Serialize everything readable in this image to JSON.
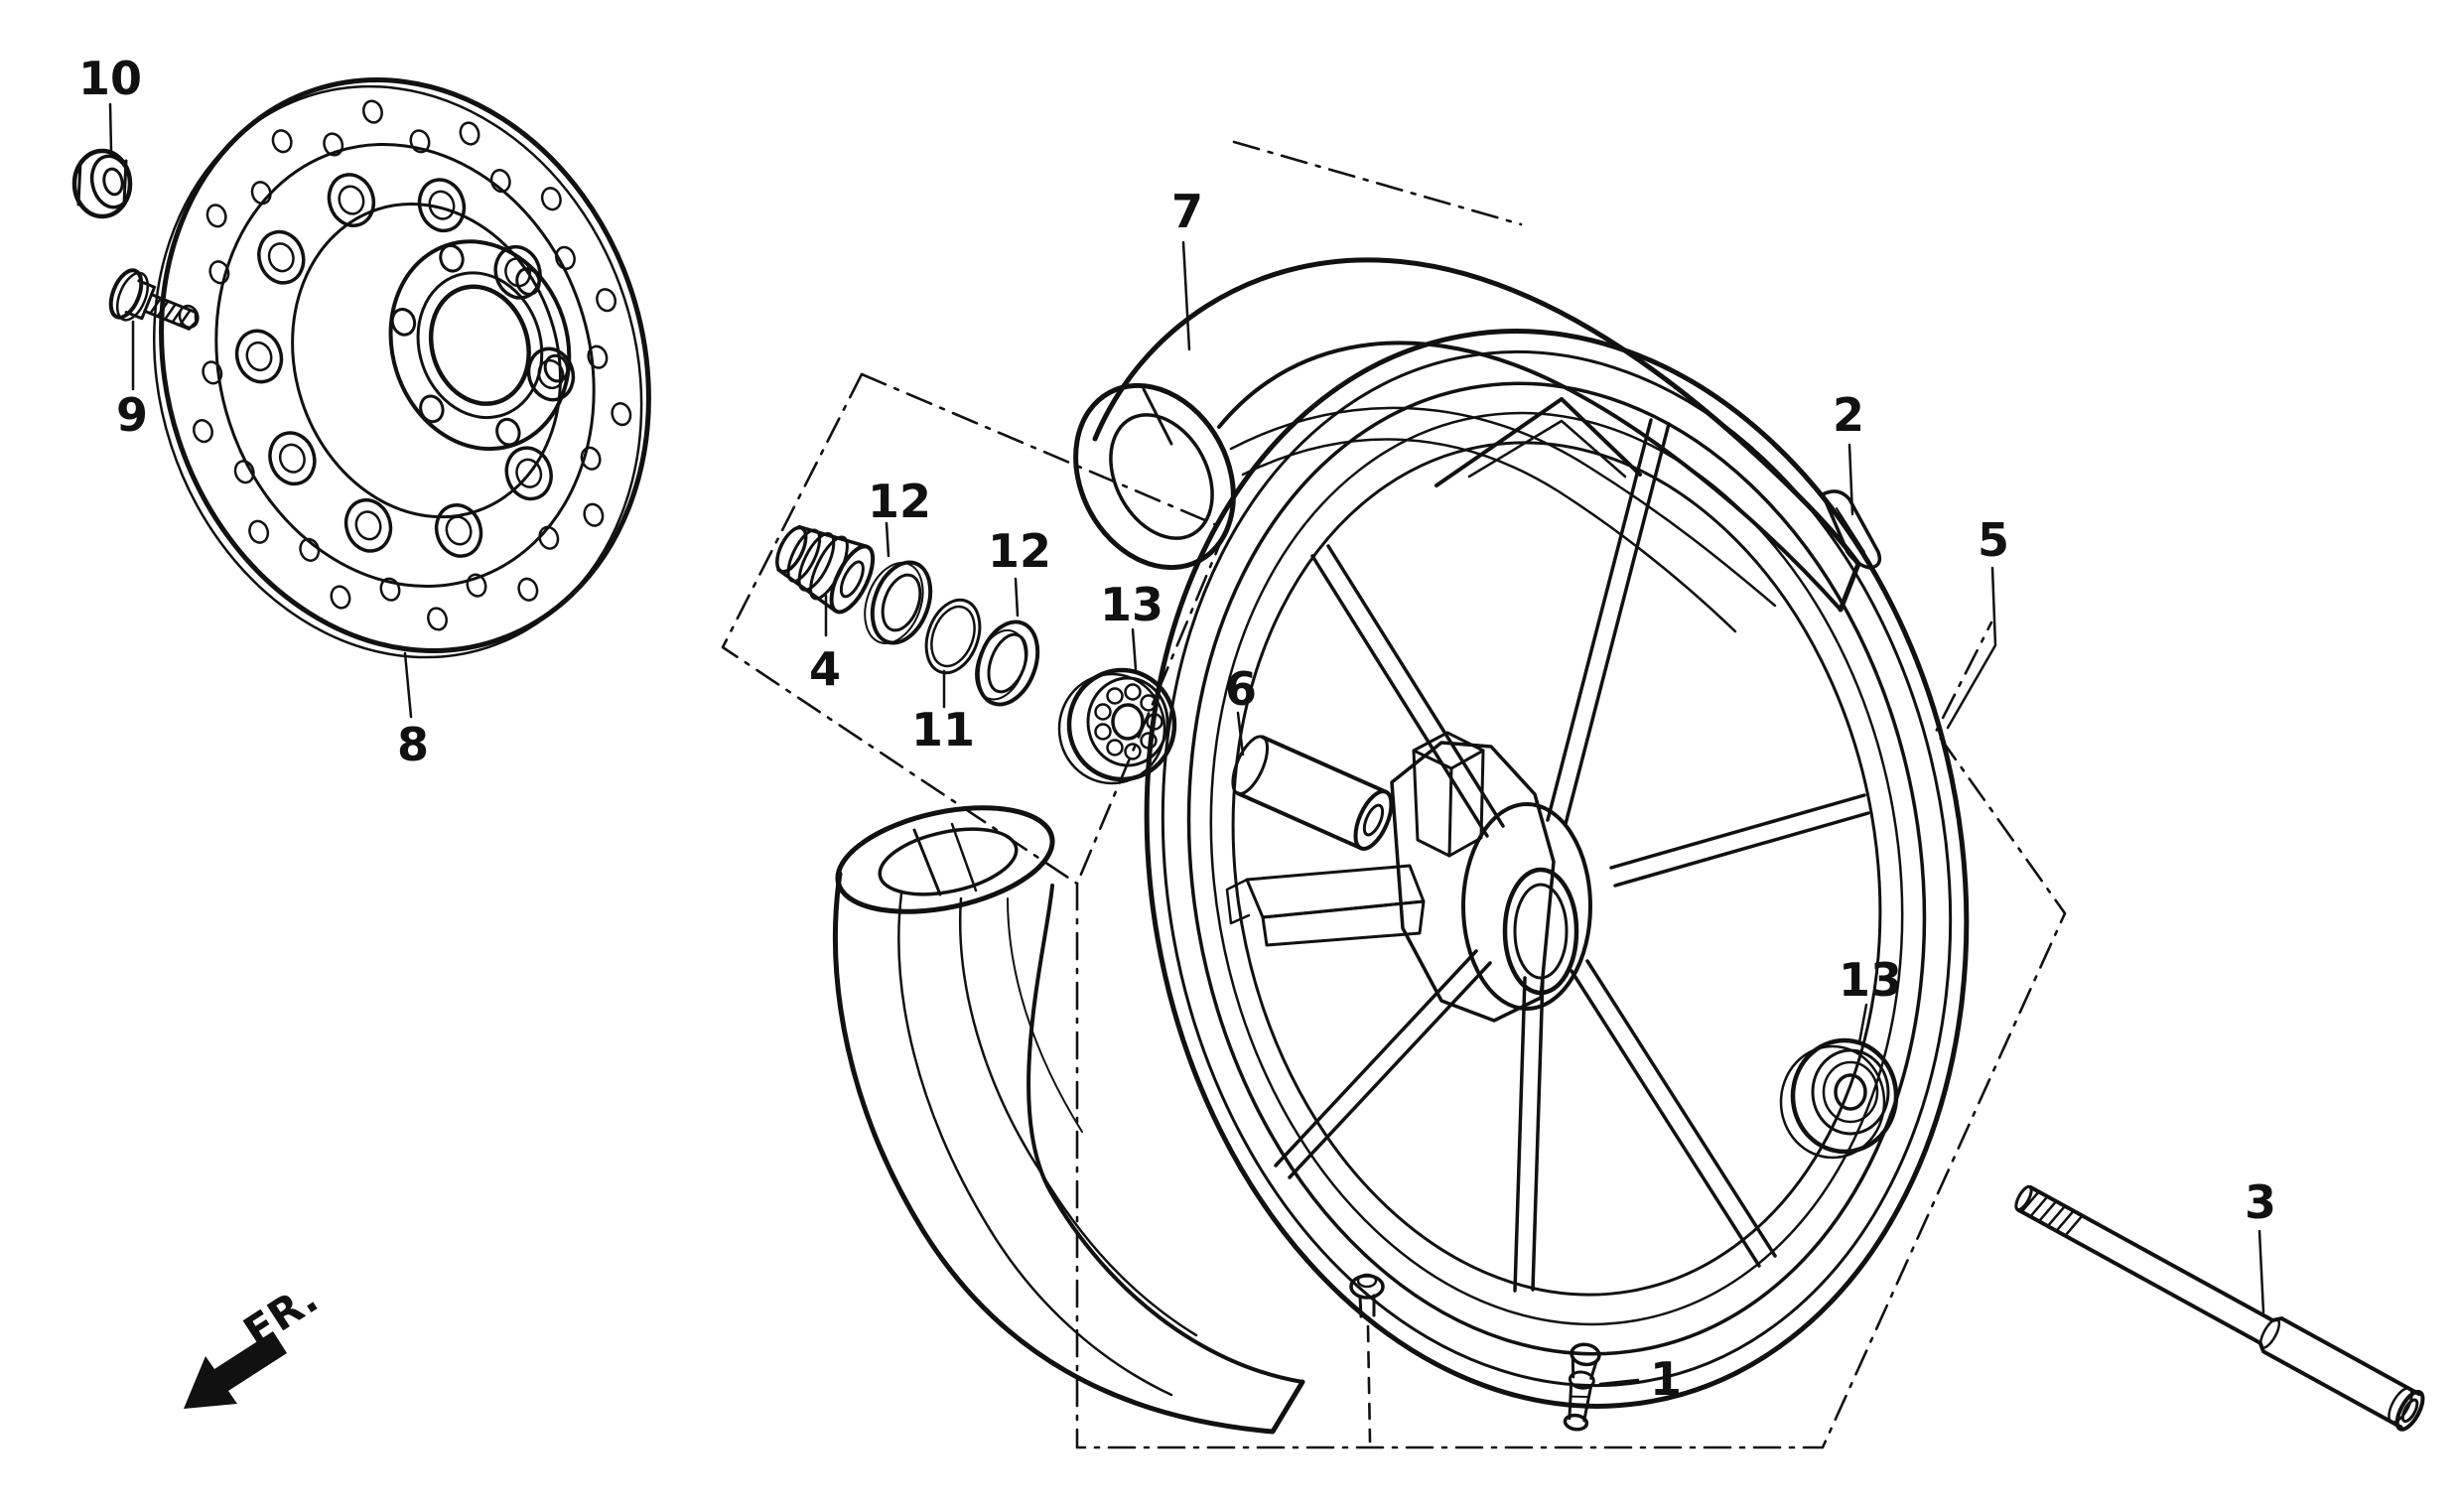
{
  "diagram": {
    "type": "exploded-parts-diagram",
    "subject": "motorcycle front wheel assembly",
    "background_color": "#ffffff",
    "line_color": "#111111",
    "fr_label": "FR.",
    "callouts": [
      {
        "part": "tubeless-valve",
        "number": "1"
      },
      {
        "part": "balance-weight",
        "number": "2"
      },
      {
        "part": "front-axle",
        "number": "3"
      },
      {
        "part": "dust-seal-cap",
        "number": "4"
      },
      {
        "part": "front-wheel",
        "number": "5"
      },
      {
        "part": "distance-collar",
        "number": "6"
      },
      {
        "part": "tire",
        "number": "7"
      },
      {
        "part": "brake-disc",
        "number": "8"
      },
      {
        "part": "disc-bolt",
        "number": "9"
      },
      {
        "part": "axle-nut",
        "number": "10"
      },
      {
        "part": "snap-ring",
        "number": "11"
      },
      {
        "part": "dust-seal",
        "number": "12"
      },
      {
        "part": "dust-seal-outer",
        "number": "12"
      },
      {
        "part": "wheel-bearing-left",
        "number": "13"
      },
      {
        "part": "wheel-bearing-right",
        "number": "13"
      }
    ]
  }
}
